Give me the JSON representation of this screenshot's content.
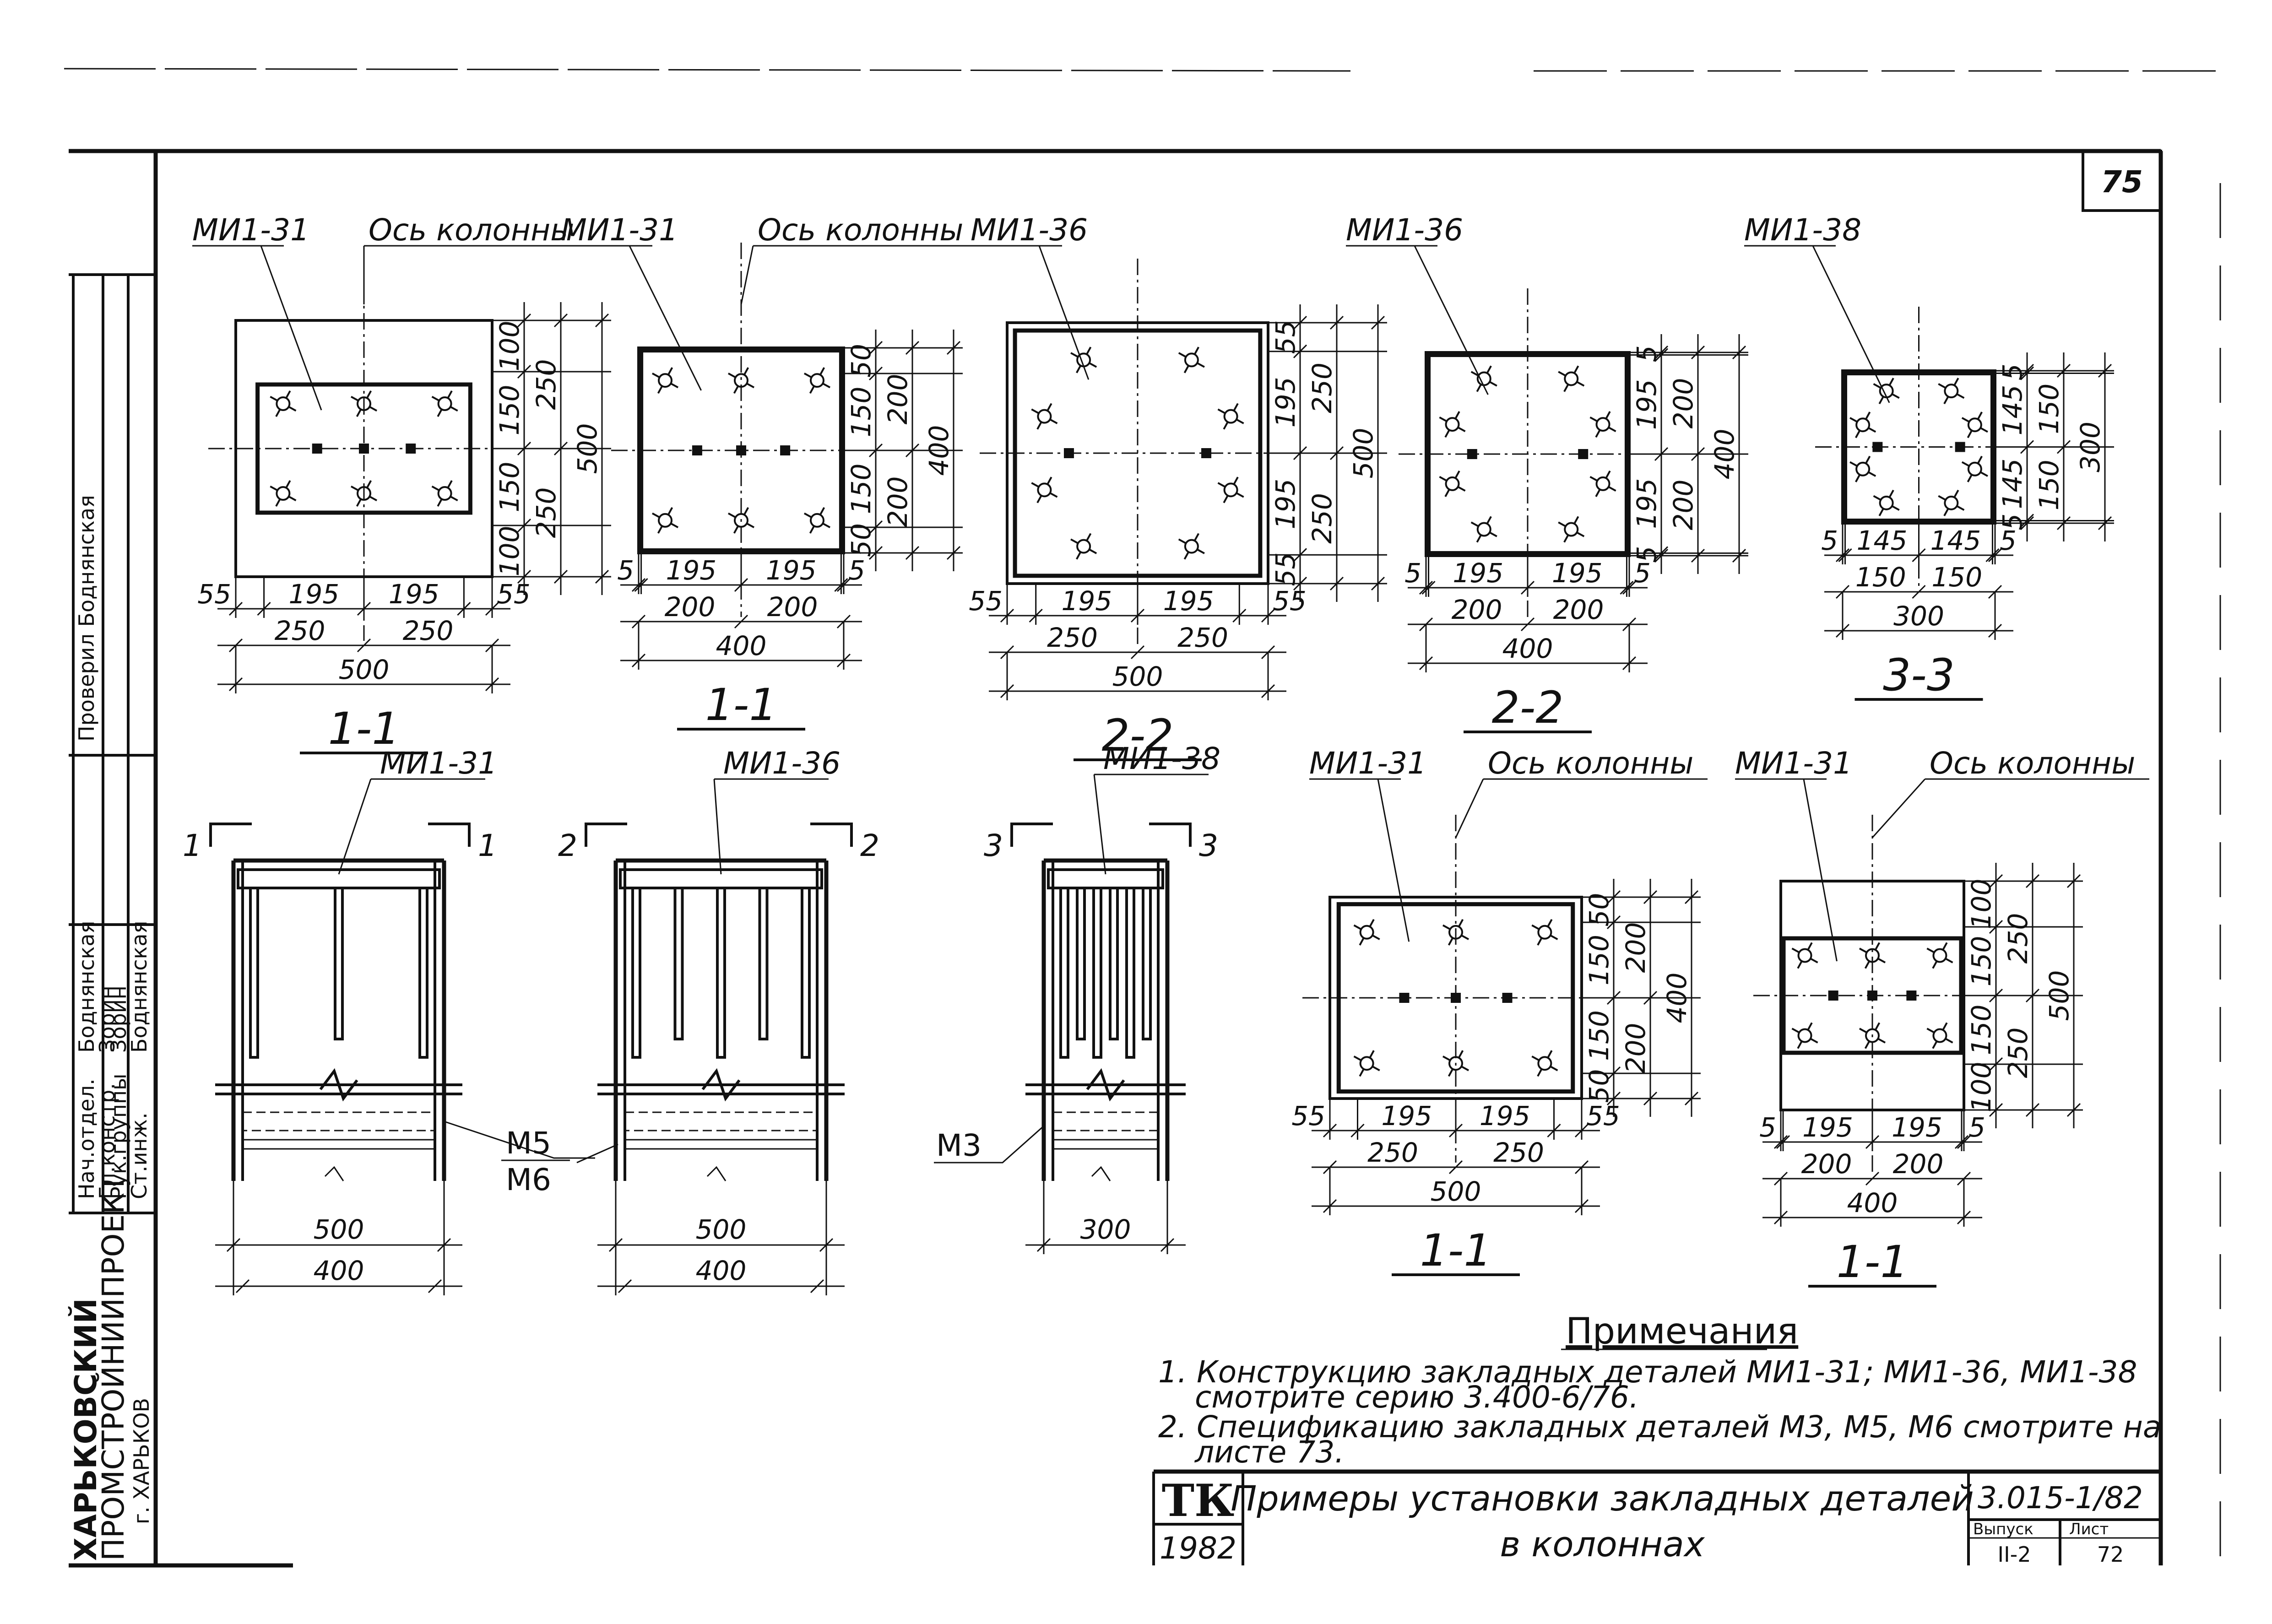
{
  "sheet": {
    "page_number": "75",
    "sheet_code": "3.015-1/82",
    "issue_label": "Выпуск",
    "sheet_label": "Лист",
    "issue_value": "II-2",
    "sheet_value": "72",
    "tk_logo": "ТК",
    "year": "1982",
    "title_line1": "Примеры установки закладных деталей",
    "title_line2": "в колоннах"
  },
  "organization": {
    "line1": "ХАРЬКОВСКИЙ",
    "line2": "ПРОМСТРОЙНИИПРОЕКТ",
    "line3": "г. ХАРЬКОВ"
  },
  "stamp_rows": [
    {
      "role": "Нач.отдел.",
      "name": "Боднянская"
    },
    {
      "role": "Гл.констр.",
      "name": "Зорин"
    },
    {
      "role": "Рук.группы",
      "name": "Зорин"
    },
    {
      "role": "Ст.инж.",
      "name": "Боднянская"
    }
  ],
  "stamp_vertical": "Проверил  Боднянская",
  "axis_label": "Ось колонны",
  "plans": [
    {
      "mark": "МИ1-31",
      "section": "1-1",
      "axis_label": "Ось колонны",
      "bottom_dims": {
        "row1": [
          "55",
          "195",
          "195",
          "55"
        ],
        "row2": [
          "250",
          "250"
        ],
        "row3": "500"
      },
      "side_dims": {
        "row1": [
          "100",
          "150",
          "150",
          "100"
        ],
        "row2": [
          "250",
          "250"
        ],
        "row3": "500"
      }
    },
    {
      "mark": "МИ1-31",
      "section": "1-1",
      "axis_label": "Ось колонны",
      "bottom_dims": {
        "row1": [
          "5",
          "195",
          "195",
          "5"
        ],
        "row2": [
          "200",
          "200"
        ],
        "row3": "400"
      },
      "side_dims": {
        "row1": [
          "50",
          "150",
          "150",
          "50"
        ],
        "row2": [
          "200",
          "200"
        ],
        "row3": "400"
      }
    },
    {
      "mark": "МИ1-36",
      "section": "2-2",
      "axis_label": "",
      "bottom_dims": {
        "row1": [
          "55",
          "195",
          "195",
          "55"
        ],
        "row2": [
          "250",
          "250"
        ],
        "row3": "500"
      },
      "side_dims": {
        "row1": [
          "55",
          "195",
          "195",
          "55"
        ],
        "row2": [
          "250",
          "250"
        ],
        "row3": "500"
      }
    },
    {
      "mark": "МИ1-36",
      "section": "2-2",
      "axis_label": "",
      "bottom_dims": {
        "row1": [
          "5",
          "195",
          "195",
          "5"
        ],
        "row2": [
          "200",
          "200"
        ],
        "row3": "400"
      },
      "side_dims": {
        "row1": [
          "5",
          "195",
          "195",
          "5"
        ],
        "row2": [
          "200",
          "200"
        ],
        "row3": "400"
      }
    },
    {
      "mark": "МИ1-38",
      "section": "3-3",
      "axis_label": "",
      "bottom_dims": {
        "row1": [
          "5",
          "145",
          "145",
          "5"
        ],
        "row2": [
          "150",
          "150"
        ],
        "row3": "300"
      },
      "side_dims": {
        "row1": [
          "5",
          "145",
          "145",
          "5"
        ],
        "row2": [
          "150",
          "150"
        ],
        "row3": "300"
      }
    },
    {
      "mark": "МИ1-31",
      "section": "1-1",
      "axis_label": "Ось колонны",
      "bottom_dims": {
        "row1": [
          "55",
          "195",
          "195",
          "55"
        ],
        "row2": [
          "250",
          "250"
        ],
        "row3": "500"
      },
      "side_dims": {
        "row1": [
          "50",
          "150",
          "150",
          "50"
        ],
        "row2": [
          "200",
          "200"
        ],
        "row3": "400"
      }
    },
    {
      "mark": "МИ1-31",
      "section": "1-1",
      "axis_label": "Ось колонны",
      "bottom_dims": {
        "row1": [
          "5",
          "195",
          "195",
          "5"
        ],
        "row2": [
          "200",
          "200"
        ],
        "row3": "400"
      },
      "side_dims": {
        "row1": [
          "100",
          "150",
          "150",
          "100"
        ],
        "row2": [
          "250",
          "250"
        ],
        "row3": "500"
      }
    }
  ],
  "elevations": [
    {
      "mark": "МИ1-31",
      "cut_label": "1",
      "dim_top": "500",
      "dim_bottom": "400"
    },
    {
      "mark": "МИ1-36",
      "cut_label": "2",
      "dim_top": "500",
      "dim_bottom": "400"
    },
    {
      "mark": "МИ1-38",
      "cut_label": "3",
      "dim_top": "300",
      "dim_bottom": ""
    }
  ],
  "callouts": {
    "m5": "М5",
    "m6": "М6",
    "m3": "М3"
  },
  "notes": {
    "heading": "Примечания",
    "line1": "1. Конструкцию закладных деталей МИ1-31; МИ1-36, МИ1-38",
    "line2": "смотрите серию 3.400-6/76.",
    "line3": "2. Спецификацию закладных деталей М3, М5, М6 смотрите на",
    "line4": "листе 73."
  }
}
